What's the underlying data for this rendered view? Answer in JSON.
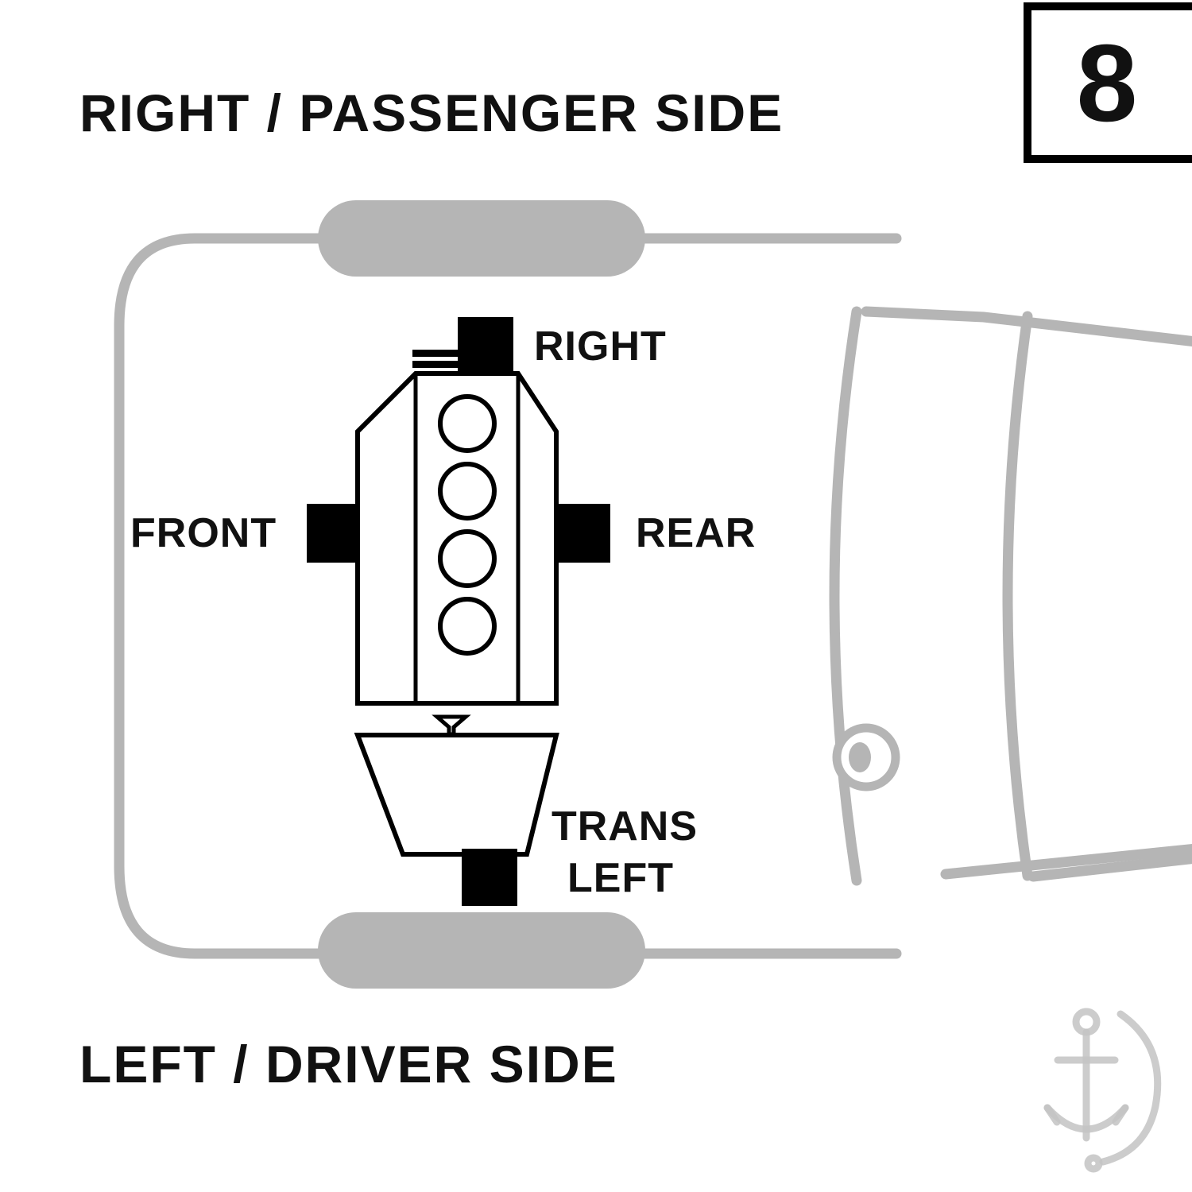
{
  "page": {
    "number": "8"
  },
  "titles": {
    "top": "RIGHT / PASSENGER SIDE",
    "bottom": "LEFT / DRIVER SIDE"
  },
  "mount_labels": {
    "right": "RIGHT",
    "front": "FRONT",
    "rear": "REAR",
    "trans_line1": "TRANS",
    "trans_line2": "LEFT"
  },
  "icons": {
    "car": "car-top-view-outline-icon",
    "engine": "engine-4-cylinder-top-view-icon",
    "transmission": "transmission-trapezoid-icon",
    "watermark": "anchor-brand-watermark-icon"
  },
  "colors": {
    "background": "#ffffff",
    "car_outline": "#b5b5b5",
    "mount_fill": "#000000",
    "line": "#000000",
    "text": "#111111",
    "watermark": "#c3c3c3"
  }
}
